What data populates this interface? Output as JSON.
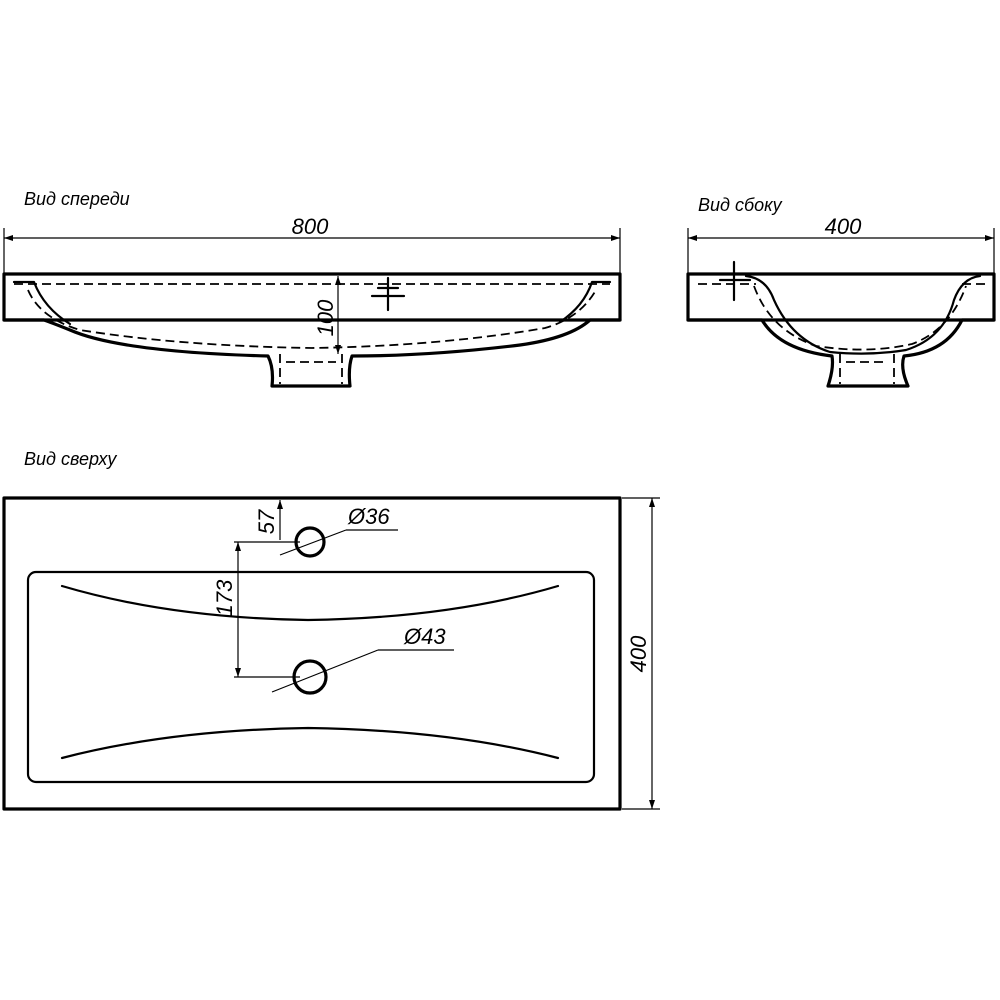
{
  "views": {
    "front": "Вид спереди",
    "side": "Вид сбоку",
    "top": "Вид сверху"
  },
  "dimensions": {
    "front_width": "800",
    "front_depth": "100",
    "side_width": "400",
    "top_depth": "400",
    "tap_offset": "57",
    "hole_spacing": "173",
    "tap_hole_diameter": "Ø36",
    "drain_hole_diameter": "Ø43"
  }
}
